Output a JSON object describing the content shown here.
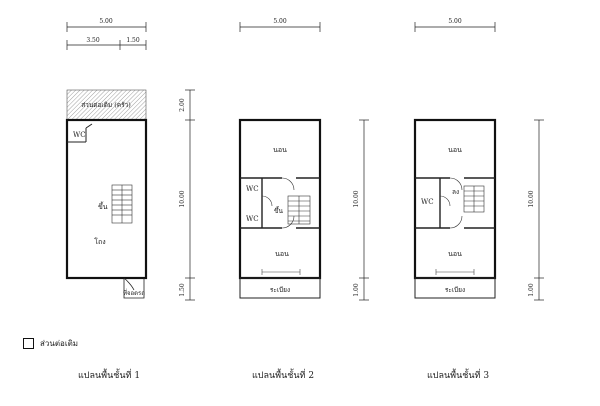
{
  "plan1": {
    "dim_total": "5.00",
    "dim_left": "3.50",
    "dim_right": "1.50",
    "dim_extension": "2.00",
    "dim_main": "10.00",
    "dim_bottom": "1.50",
    "extension_label": "ส่วนต่อเติม (ครัว)",
    "wc_label": "WC",
    "stair_label": "ขึ้น",
    "hall_label": "โถง",
    "back_label": "ที่จอดรถ",
    "caption": "แปลนพื้นชั้นที่ 1"
  },
  "plan2": {
    "dim_top": "5.00",
    "dim_main": "10.00",
    "dim_bottom": "1.00",
    "bedroom_top": "นอน",
    "bedroom_bottom": "นอน",
    "wc_top": "WC",
    "wc_bottom": "WC",
    "stair_label": "ขึ้น",
    "balcony_label": "ระเบียง",
    "caption": "แปลนพื้นชั้นที่ 2"
  },
  "plan3": {
    "dim_top": "5.00",
    "dim_main": "10.00",
    "dim_bottom": "1.00",
    "bedroom_top": "นอน",
    "bedroom_bottom": "นอน",
    "wc_label": "WC",
    "stair_label": "ลง",
    "balcony_label": "ระเบียง",
    "caption": "แปลนพื้นชั้นที่ 3"
  },
  "legend": {
    "label": "ส่วนต่อเติม"
  }
}
